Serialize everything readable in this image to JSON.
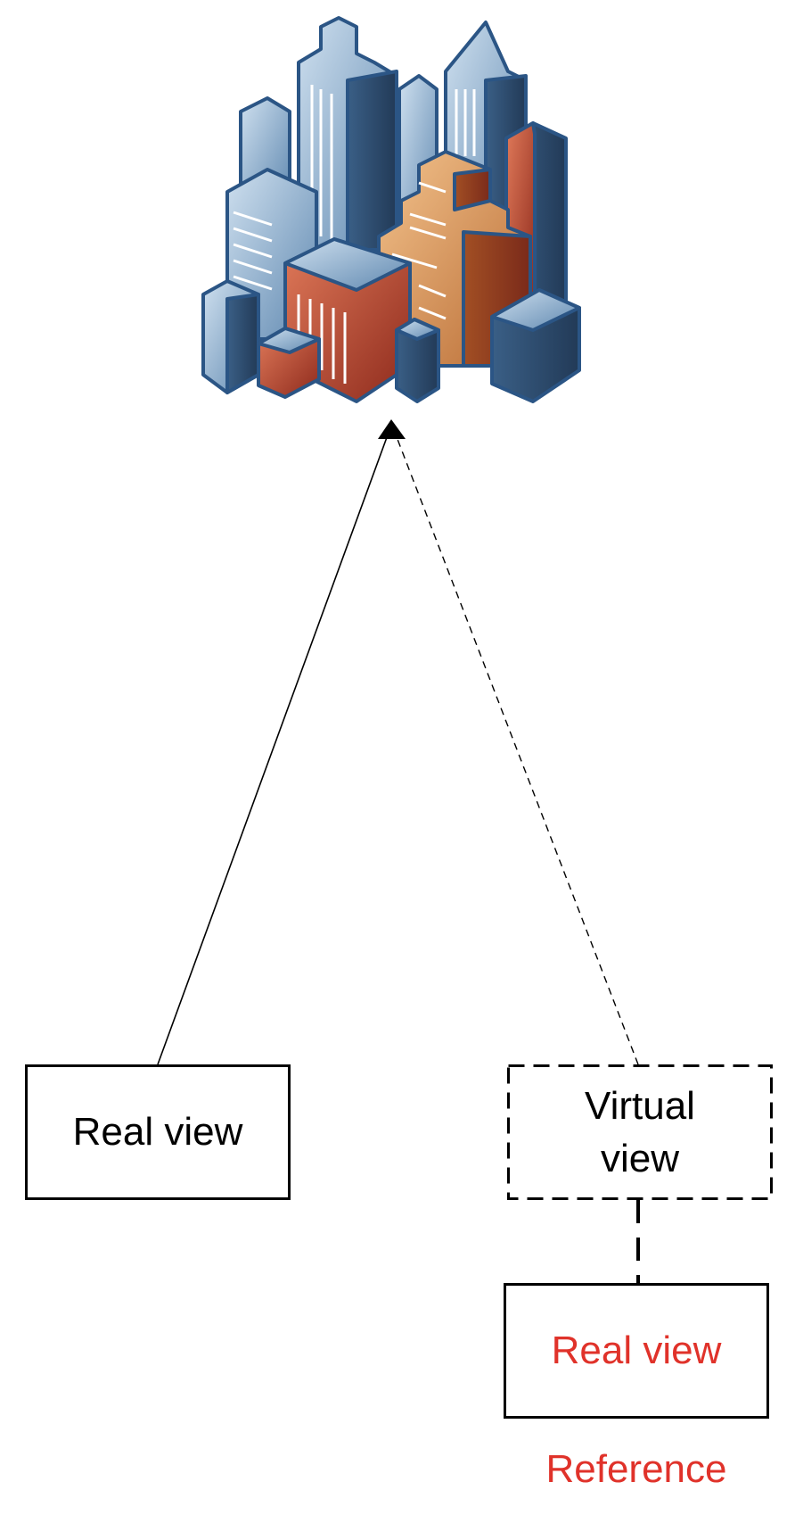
{
  "nodes": {
    "real_view_left": "Real view",
    "virtual_view_line1": "Virtual",
    "virtual_view_line2": "view",
    "real_view_reference": "Real view",
    "reference_caption": "Reference"
  },
  "icons": {
    "city": "city-buildings-icon"
  },
  "colors": {
    "text": "#000000",
    "reference_text": "#e0322a",
    "building_blue_light": "#a9c6e0",
    "building_blue_dark": "#253f5e",
    "building_red": "#c0452d",
    "building_orange": "#d8914f"
  }
}
